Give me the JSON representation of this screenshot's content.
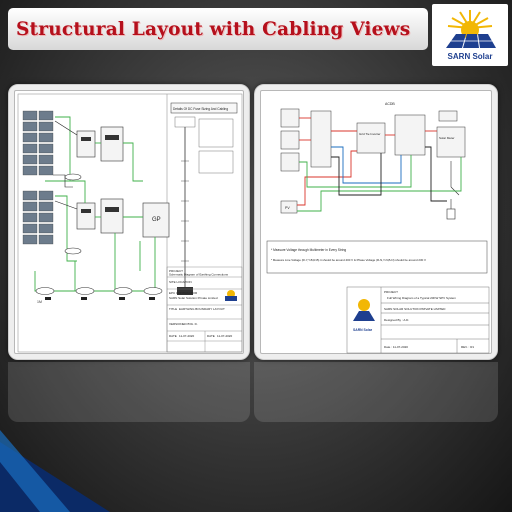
{
  "slide": {
    "title": "Structural Layout with Cabling Views"
  },
  "logo": {
    "brand": "SARN Solar",
    "icon": "sun-solar-panel-icon"
  },
  "left_drawing": {
    "header_box": "Details Of DC Fuse Sizing And Cabling",
    "project_label": "PROJECT",
    "project_value": "Schematic Diagram of Earthing Connections",
    "site_label": "SITE LOCATION",
    "epc_label": "EPC CONTRACTOR",
    "epc_value": "SARN Solar Solution Private Limited",
    "title_label": "TITLE",
    "title_value": "EARTHING BOUNDARY LAYOUT",
    "version_label": "VERSIONED BY",
    "version_value": "A. D.",
    "date1_label": "DATE",
    "date1_value": "11-07-2020",
    "date2_label": "DATE",
    "date2_value": "11-07-2020",
    "gp_label": "GP",
    "marker_label": "1M"
  },
  "right_drawing": {
    "top_label": "ACDB",
    "inverter_label": "Grid Tie Inverter",
    "meter_label": "Solar Meter",
    "pv_label": "PV",
    "note1": "* Measure Voltage through Multimeter in Every String",
    "note2": "* Measure Line Voltage (R-Y,Y-B,R-B) it should be around 400 V  & Phase Voltage (R-N,Y-N,B-N) should be around 230 V",
    "project_label": "PROJECT",
    "project_value": "Full Wiring Diagram of a Typical 20KW SPV System",
    "company": "SARN SOLAR SOLUTION PRIVATE LIMITED",
    "designed_by": "Designed By :  A.D.",
    "date_label": "Date : 11-07-2020",
    "rev_label": "REV. : R1",
    "brand": "SARN Solar"
  },
  "colors": {
    "title_red": "#b5101c",
    "brand_blue": "#1e3f8f",
    "sun_yellow": "#f2b705",
    "wire_green": "#3fb04a",
    "wire_red": "#d9342b",
    "accent_blue": "#1a6dbf"
  }
}
